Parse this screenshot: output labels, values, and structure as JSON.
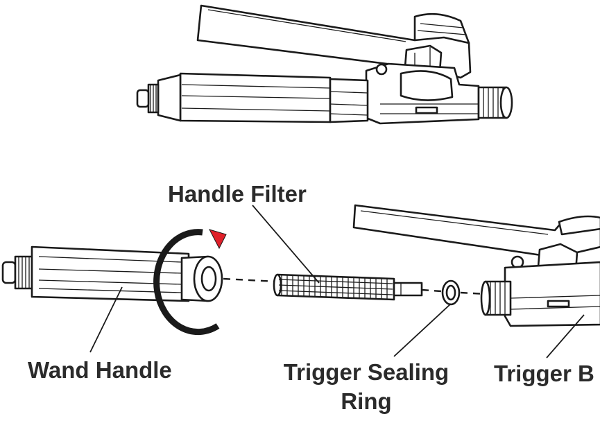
{
  "labels": {
    "handle_filter": "Handle Filter",
    "wand_handle": "Wand Handle",
    "trigger_sealing_ring_line1": "Trigger Sealing",
    "trigger_sealing_ring_line2": "Ring",
    "trigger_body": "Trigger B"
  },
  "colors": {
    "outline": "#1a1a1a",
    "label_text": "#2b2b2b",
    "arrow_red": "#e0202a",
    "background": "#ffffff"
  },
  "icons": {
    "rotation_arrow": "rotation-arrow-icon"
  }
}
